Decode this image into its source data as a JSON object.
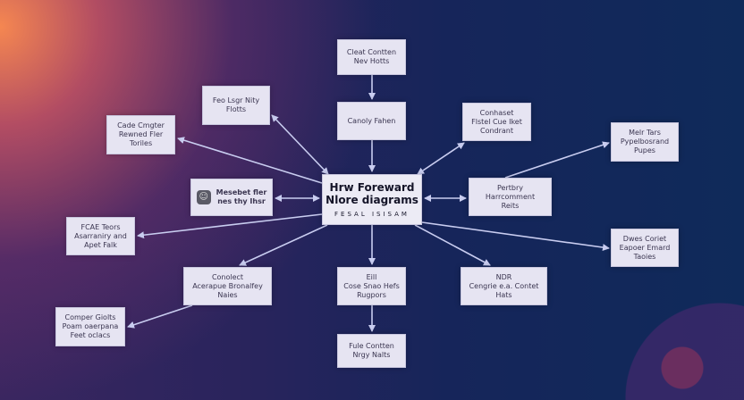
{
  "center": {
    "title_1": "Hrw Foreward",
    "title_2": "Nlore diagrams",
    "subtitle": "FESAL ISISAM"
  },
  "nodes": {
    "top1": [
      "Cleat Contten",
      "Nev Hotts"
    ],
    "top2": [
      "Canoly Fahen"
    ],
    "fla": [
      "Feo Lsgr Nity",
      "Flotts"
    ],
    "cce": [
      "Cade Cmgter",
      "Rewned Fler",
      "Toriles"
    ],
    "mes": [
      "Mesebet fler",
      "nes thy Ihsr"
    ],
    "fce": [
      "FCAE Teors",
      "Asarraniry and",
      "Apet Falk"
    ],
    "cnl": [
      "Conolect",
      "Acerapue Bronalfey",
      "Naies"
    ],
    "cgl": [
      "Comper Giolts",
      "Poam oaerpana",
      "Feet oclacs"
    ],
    "eil": [
      "Eill",
      "Cose Snao Hefs",
      "Rugpors"
    ],
    "fule": [
      "Fule Contten",
      "Nrgy Nalts"
    ],
    "ndr": [
      "NDR",
      "Cengrie e.a. Contet",
      "Hats"
    ],
    "cmb": [
      "Conhaset",
      "Flstel Cue Iket",
      "Condrant"
    ],
    "prt": [
      "Pertbry",
      "Harrcomment",
      "Reits"
    ],
    "mel": [
      "Melr Tars",
      "Pypelbosrand",
      "Pupes"
    ],
    "dvs": [
      "Dwes Coriet",
      "Eapoer Emard",
      "Taoies"
    ]
  },
  "colors": {
    "node_bg": "#e6e4f2",
    "edge": "#c9cdf0",
    "accent_glow": "#ff8c50"
  },
  "icons": {
    "mes": "app-icon"
  }
}
